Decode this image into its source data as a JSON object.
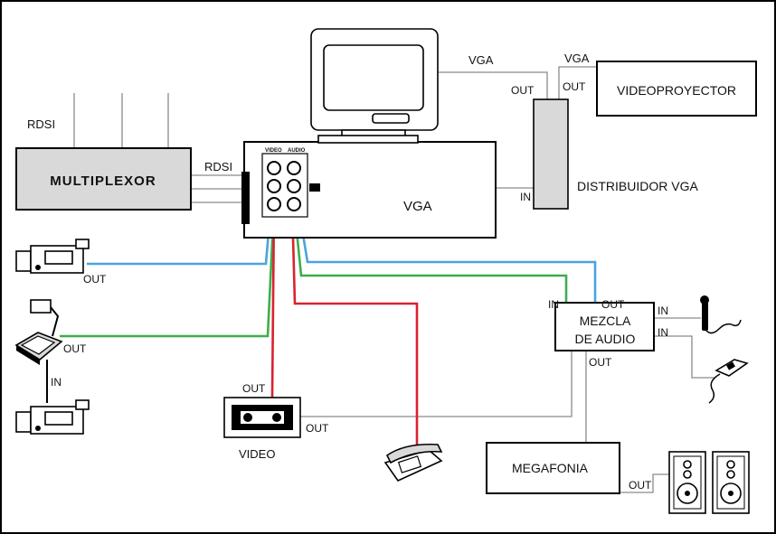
{
  "labels": {
    "rdsi_top": "RDSI",
    "rdsi_side": "RDSI",
    "multiplexor": "MULTIPLEXOR",
    "video_header": "VIDEO",
    "audio_header": "AUDIO",
    "vga_center": "VGA",
    "vga_monitor": "VGA",
    "vga_projector": "VGA",
    "out_distrib": "OUT",
    "out_projector": "OUT",
    "in_distrib": "IN",
    "distribuidor": "DISTRIBUIDOR VGA",
    "videoproyector": "VIDEOPROYECTOR",
    "out_camera1": "OUT",
    "out_document_camera": "OUT",
    "in_camera2": "IN",
    "out_vcr_top": "OUT",
    "out_vcr_right": "OUT",
    "video": "VIDEO",
    "mixer_in_left": "IN",
    "mixer_out_top": "OUT",
    "mixer_in_mic": "IN",
    "mixer_in_tie": "IN",
    "mixer_line1": "MEZCLA",
    "mixer_line2": "DE AUDIO",
    "mixer_out_bottom": "OUT",
    "megafonia": "MEGAFONIA",
    "out_speakers": "OUT"
  },
  "wire_colors": {
    "blue": "#4aa3df",
    "green": "#3cae4c",
    "red": "#d9232e",
    "gray": "#8a8a8a"
  },
  "icons": [
    "monitor-icon",
    "video-camera-icon",
    "document-camera-icon",
    "vcr-icon",
    "telephone-icon",
    "microphone-icon",
    "tie-microphone-icon",
    "speaker-icon"
  ]
}
